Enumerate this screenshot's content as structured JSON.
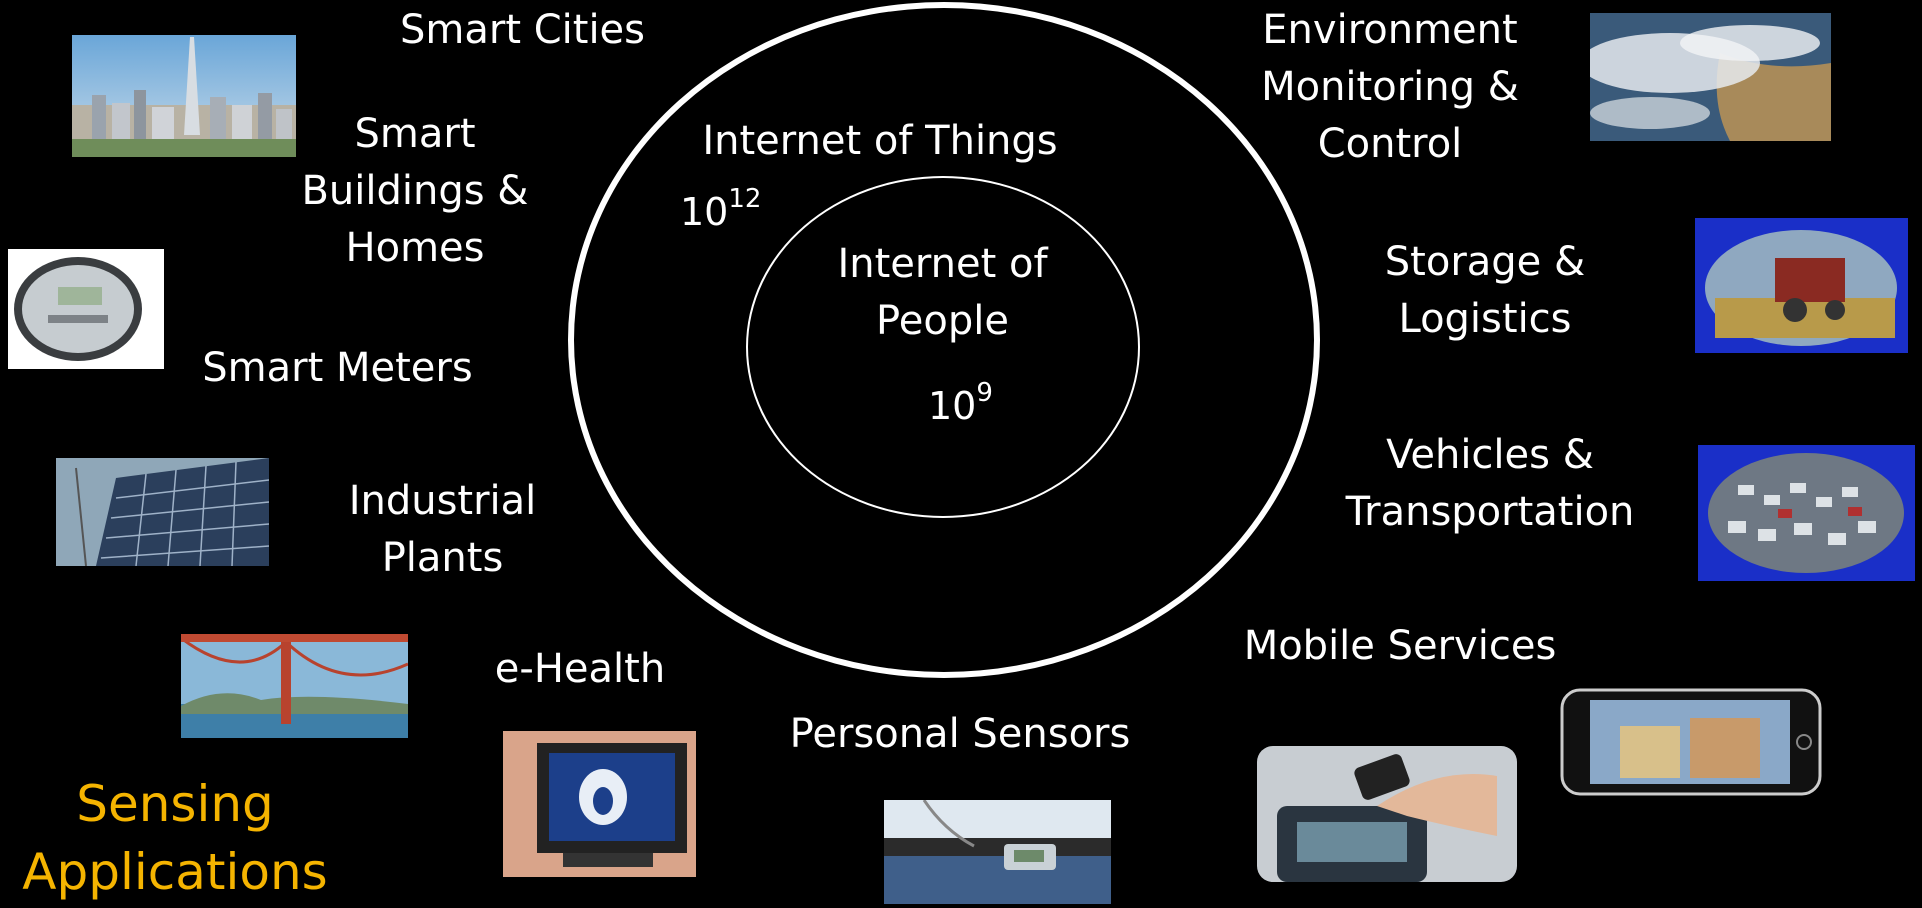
{
  "diagram": {
    "center": {
      "outer_label": "Internet of Things",
      "outer_base": "10",
      "outer_exp": "12",
      "inner_label_line1": "Internet of",
      "inner_label_line2": "People",
      "inner_base": "10",
      "inner_exp": "9"
    },
    "labels": {
      "smart_cities": "Smart Cities",
      "smart_buildings_1": "Smart",
      "smart_buildings_2": "Buildings &",
      "smart_buildings_3": "Homes",
      "smart_meters": "Smart Meters",
      "industrial_1": "Industrial",
      "industrial_2": "Plants",
      "ehealth": "e-Health",
      "personal_sensors": "Personal Sensors",
      "environment_1": "Environment",
      "environment_2": "Monitoring &",
      "environment_3": "Control",
      "storage_1": "Storage &",
      "storage_2": "Logistics",
      "vehicles_1": "Vehicles &",
      "vehicles_2": "Transportation",
      "mobile": "Mobile Services",
      "sensing_1": "Sensing",
      "sensing_2": "Applications"
    },
    "accent_color": "#f5b400"
  }
}
